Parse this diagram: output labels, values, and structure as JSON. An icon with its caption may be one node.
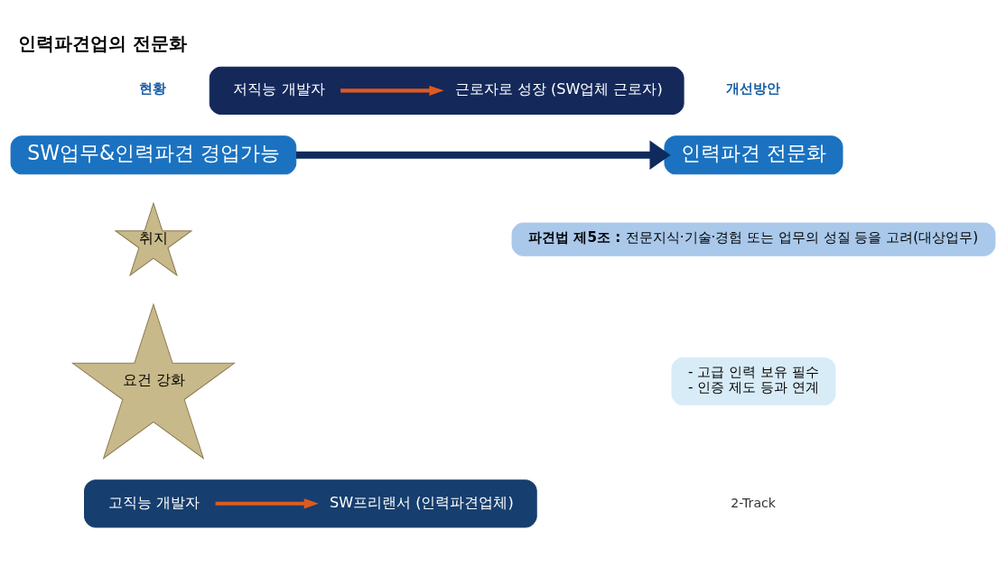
{
  "diagram": {
    "title": "인력파견업의 전문화",
    "nodes": [
      {
        "text": [
          "SW업무&인력파견 경업가능"
        ],
        "beside": [
          "현황"
        ]
      },
      {
        "text": [
          "인력파견 전문화"
        ],
        "beside": [
          "개선방안"
        ]
      },
      {
        "text": [
          "취지"
        ]
      },
      {
        "text": [
          "**파견법 제5조 :** 전문지식·기술·경험 또는 업무의 성질 등을 고려(대상업무)"
        ]
      },
      {
        "text": [
          "요건 강화"
        ]
      },
      {
        "text": [
          "- 고급 인력 보유 필수",
          "- 인증 제도 등과 연계"
        ]
      },
      {
        "text": [],
        "shape": "box"
      },
      {
        "text": [
          "고직능 개발자"
        ],
        "in": 6
      },
      {
        "text": [
          "SW프리랜서 (인력파견업체)"
        ],
        "in": 6
      },
      {
        "text": [],
        "shape": "box"
      },
      {
        "text": [
          "저직능 개발자"
        ],
        "in": 9
      },
      {
        "text": [
          "근로자로 성장 (SW업체 근로자)"
        ],
        "in": 9
      }
    ],
    "edges": [
      {
        "from": 0,
        "to": 1,
        "arrow": "to",
        "style": "thick",
        "color": "#0f2a5c"
      },
      {
        "from": 7,
        "to": 8,
        "arrow": "to"
      },
      {
        "from": 10,
        "to": 11,
        "arrow": "to"
      }
    ],
    "labels": [
      "2-Track"
    ]
  }
}
